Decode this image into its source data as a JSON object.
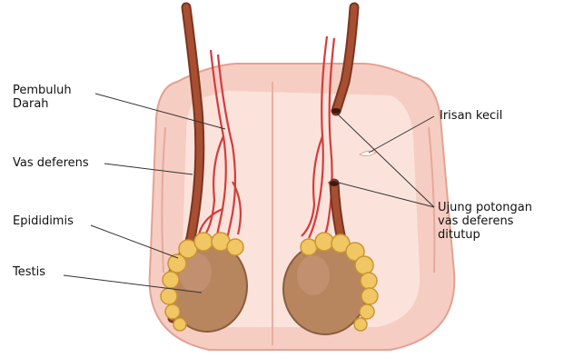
{
  "labels": {
    "pembuluh_darah": [
      "Pembuluh",
      "Darah"
    ],
    "vas_deferens": "Vas deferens",
    "epididimis": "Epididimis",
    "testis": "Testis",
    "irisan_kecil": "Irisan kecil",
    "ujung_potongan": [
      "Ujung potongan",
      "vas deferens",
      "ditutup"
    ]
  },
  "colors": {
    "skin_outer": "#f6cdc3",
    "skin_inner": "#fbe3dc",
    "skin_edge": "#e3a293",
    "vas_deferens": "#a84f32",
    "vas_deferens_dark": "#7a3521",
    "blood_vessel": "#d43c3c",
    "epididymis": "#f1c664",
    "epididymis_edge": "#c99632",
    "testis": "#b7855e",
    "testis_edge": "#8a5d3c",
    "leader_line": "#333333"
  }
}
